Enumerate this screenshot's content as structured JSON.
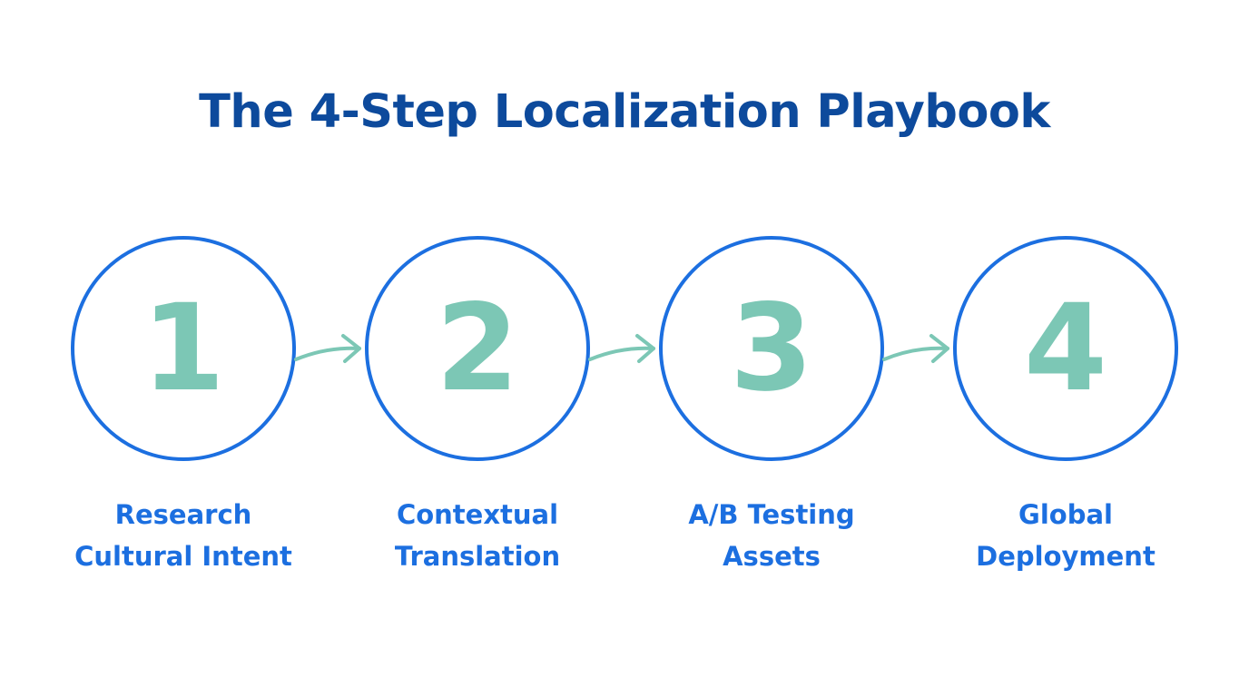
{
  "title": "The 4-Step Localization Playbook",
  "colors": {
    "title": "#0d4a9c",
    "circle_border": "#1c6fe0",
    "number": "#7cc7b5",
    "label": "#1c6fe0",
    "arrow": "#7cc7b5"
  },
  "steps": [
    {
      "number": "1",
      "label_lines": [
        "Research",
        "Cultural Intent"
      ]
    },
    {
      "number": "2",
      "label_lines": [
        "Contextual",
        "Translation"
      ]
    },
    {
      "number": "3",
      "label_lines": [
        "A/B Testing",
        "Assets"
      ]
    },
    {
      "number": "4",
      "label_lines": [
        "Global",
        "Deployment"
      ]
    }
  ]
}
